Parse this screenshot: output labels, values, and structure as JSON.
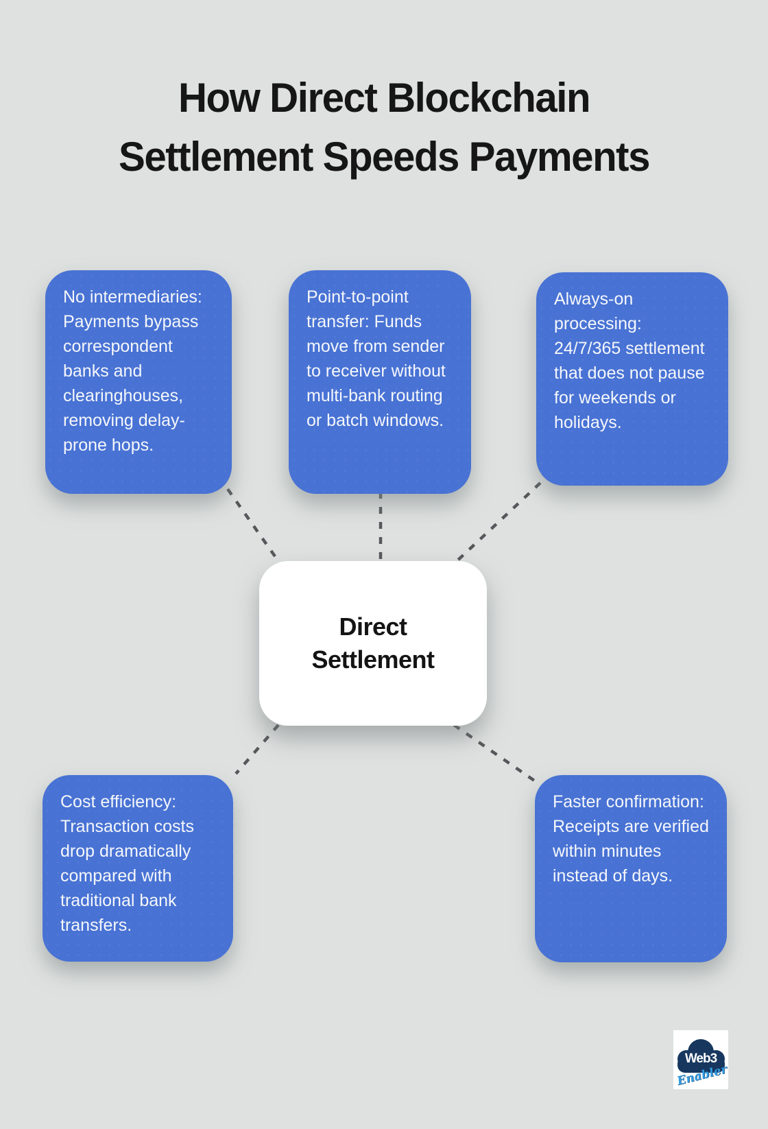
{
  "title": {
    "line1": "How Direct Blockchain",
    "line2": "Settlement Speeds Payments"
  },
  "center": {
    "label": "Direct Settlement"
  },
  "nodes": [
    {
      "id": "no-intermediaries",
      "text": "No intermediaries: Payments bypass correspondent banks and clearinghouses, removing delay-prone hops."
    },
    {
      "id": "point-to-point-transfer",
      "text": "Point-to-point transfer: Funds move from sender to receiver without multi-bank routing or batch windows."
    },
    {
      "id": "always-on-processing",
      "text": "Always-on processing: 24/7/365 settlement that does not pause for weekends or holidays."
    },
    {
      "id": "cost-efficiency",
      "text": "Cost efficiency: Transaction costs drop dramatically compared with traditional bank transfers."
    },
    {
      "id": "faster-confirmation",
      "text": "Faster confirmation: Receipts are verified within minutes instead of days."
    }
  ],
  "logo": {
    "line1": "Web3",
    "line2": "Enabler"
  },
  "colors": {
    "background": "#dee1e0",
    "node_blue": "#4872d4",
    "node_text": "#f5f7fa",
    "title_text": "#161616",
    "dashed_line": "#55585a",
    "logo_navy": "#17375f",
    "logo_light_blue": "#2f9be0"
  }
}
